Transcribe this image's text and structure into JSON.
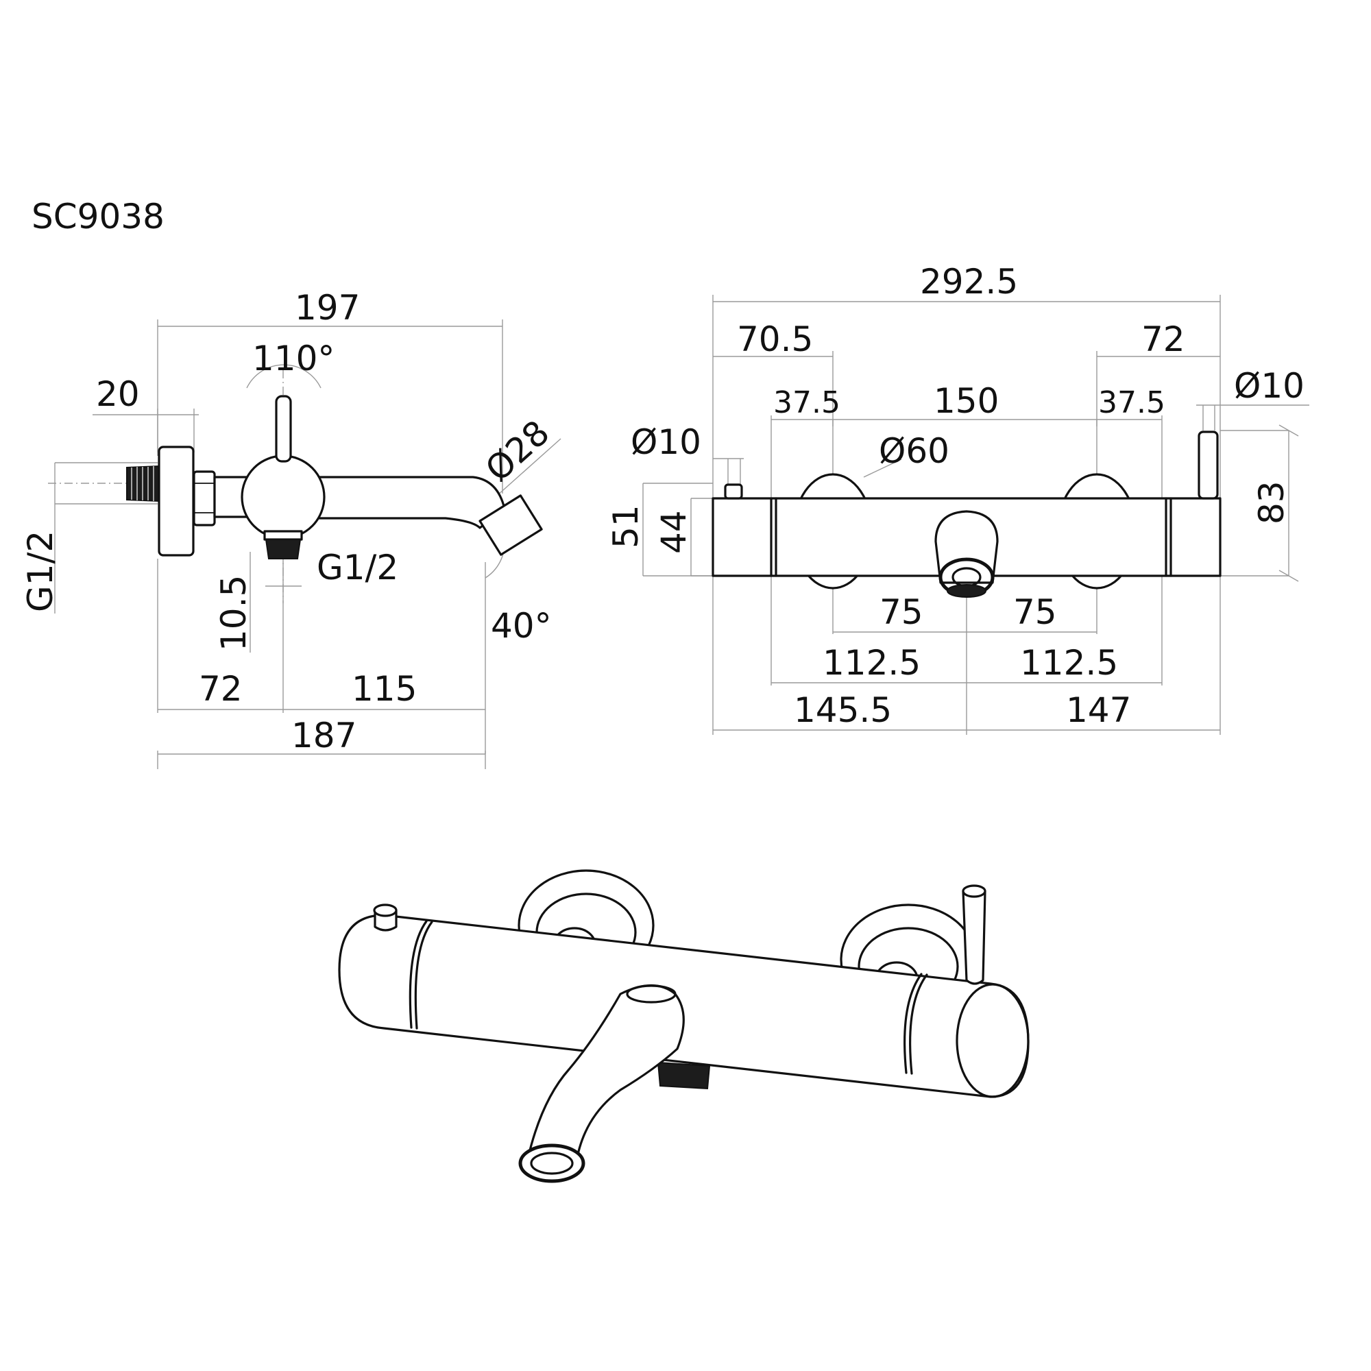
{
  "title": "SC9038",
  "side_view": {
    "overall_width": "197",
    "lever_angle": "110°",
    "flange_width": "20",
    "inlet_thread": "G1/2",
    "spout_diameter": "Ø28",
    "outlet_thread": "G1/2",
    "outlet_height": "10.5",
    "spout_angle": "40°",
    "wall_to_axis": "72",
    "axis_to_spout": "115",
    "projection": "187"
  },
  "front_view": {
    "overall_length": "292.5",
    "left_cap": "70.5",
    "right_cap": "72",
    "left_offset": "37.5",
    "centers": "150",
    "right_offset": "37.5",
    "button_diameter": "Ø10",
    "lever_diameter": "Ø10",
    "rosette_diameter": "Ø60",
    "height_51": "51",
    "height_44": "44",
    "lever_height": "83",
    "half_left": "75",
    "half_right": "75",
    "inner_left": "112.5",
    "inner_right": "112.5",
    "outer_left": "145.5",
    "outer_right": "147"
  }
}
